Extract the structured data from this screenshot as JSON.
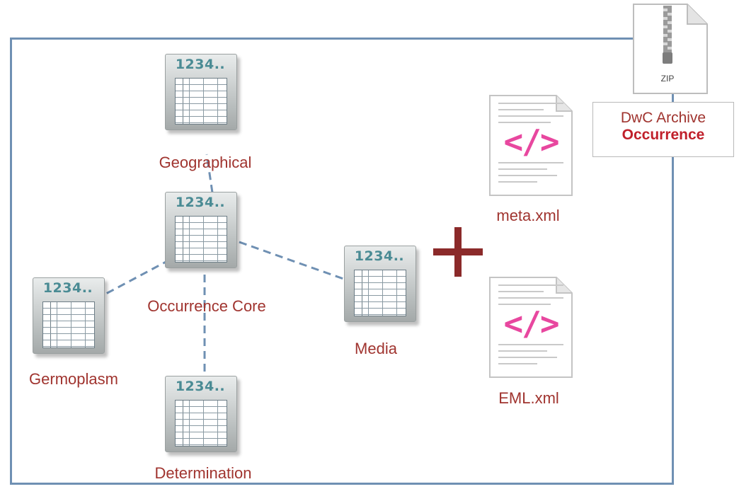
{
  "nodes": {
    "geographical": {
      "number": "1234..",
      "label": "Geographical"
    },
    "occurrence_core": {
      "number": "1234..",
      "label": "Occurrence Core"
    },
    "germoplasm": {
      "number": "1234..",
      "label": "Germoplasm"
    },
    "media": {
      "number": "1234..",
      "label": "Media"
    },
    "determination": {
      "number": "1234..",
      "label": "Determination"
    }
  },
  "files": {
    "meta": {
      "tag": "</>",
      "label": "meta.xml"
    },
    "eml": {
      "tag": "</>",
      "label": "EML.xml"
    }
  },
  "archive": {
    "zip_label": "ZIP",
    "title": "DwC Archive",
    "subtitle": "Occurrence"
  },
  "colors": {
    "frame": "#6f90b3",
    "label": "#a0342f",
    "connector": "#6f90b3",
    "plus": "#8b2a2a",
    "xml_tag": "#e8479f"
  }
}
